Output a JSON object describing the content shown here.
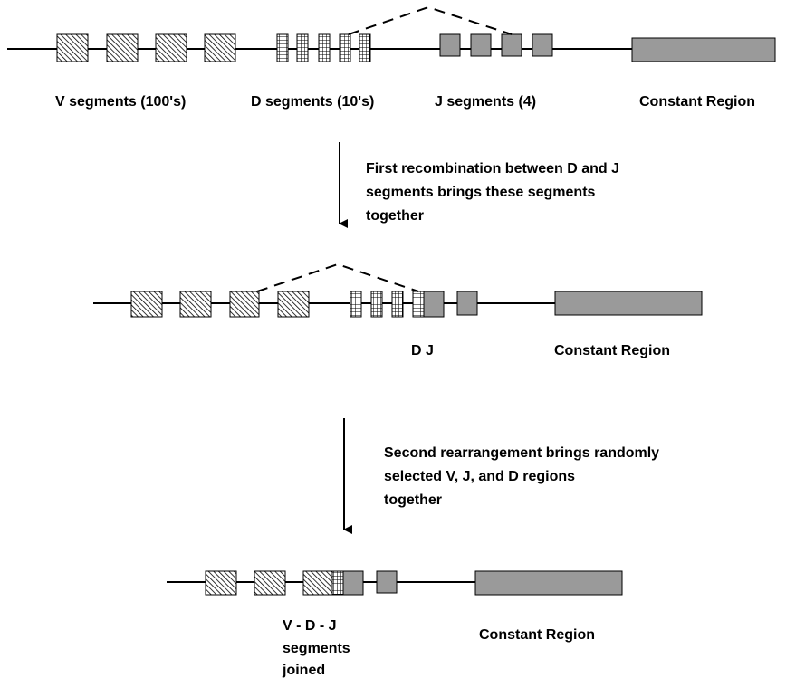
{
  "labels": {
    "v_segments": "V segments (100's)",
    "d_segments": "D segments (10's)",
    "j_segments": "J segments (4)",
    "constant_region_1": "Constant Region",
    "step1_line1": "First recombination between D and J",
    "step1_line2": "segments brings these segments",
    "step1_line3": "together",
    "dj": "D J",
    "constant_region_2": "Constant Region",
    "step2_line1": "Second rearrangement brings randomly",
    "step2_line2": "selected V, J, and D regions",
    "step2_line3": "together",
    "vdj_line1": "V - D - J",
    "vdj_line2": "segments",
    "vdj_line3": "joined",
    "constant_region_3": "Constant Region"
  },
  "colors": {
    "j_segment": "#9a9a9a",
    "constant_region": "#9a9a9a",
    "line": "#000000"
  }
}
